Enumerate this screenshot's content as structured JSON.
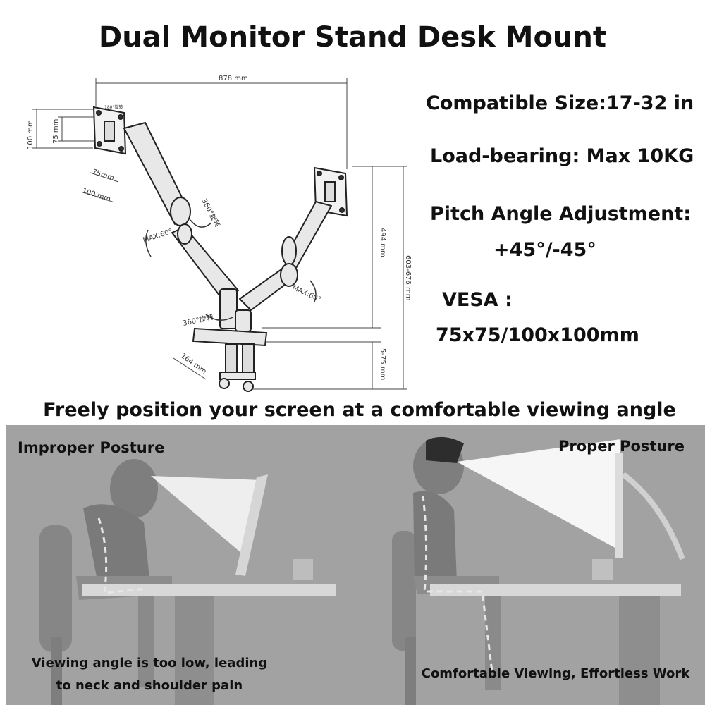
{
  "title": "Dual Monitor Stand Desk Mount",
  "specs": {
    "compatible_size": "Compatible Size:17-32 in",
    "load_bearing": "Load-bearing: Max 10KG",
    "pitch_angle_label": "Pitch Angle Adjustment:",
    "pitch_angle_value": "+45°/-45°",
    "vesa_label": "VESA :",
    "vesa_value": "75x75/100x100mm"
  },
  "diagram": {
    "width_total": "878 mm",
    "vesa_100_vertical": "100 mm",
    "vesa_75_vertical": "75 mm",
    "vesa_75_horizontal": "75mm",
    "vesa_100_horizontal": "100 mm",
    "rotation_top": "360°旋转",
    "rotation_bottom": "360°旋转",
    "tilt_left": "MAX:60°",
    "tilt_right": "MAX:60°",
    "height_arm": "494 mm",
    "height_total": "603-676 mm",
    "clamp_depth": "164 mm",
    "clamp_range": "5-75 mm",
    "small_rotation_mark": "180°旋转"
  },
  "subtitle": "Freely position your screen at a comfortable viewing angle",
  "posture": {
    "improper_label": "Improper Posture",
    "proper_label": "Proper Posture",
    "improper_caption_line1": "Viewing angle is too low, leading",
    "improper_caption_line2": "to neck and shoulder pain",
    "proper_caption": "Comfortable Viewing, Effortless Work"
  },
  "colors": {
    "panel_background": "#a2a2a2",
    "text": "#111111",
    "view_cone": "#f4f4f4"
  }
}
